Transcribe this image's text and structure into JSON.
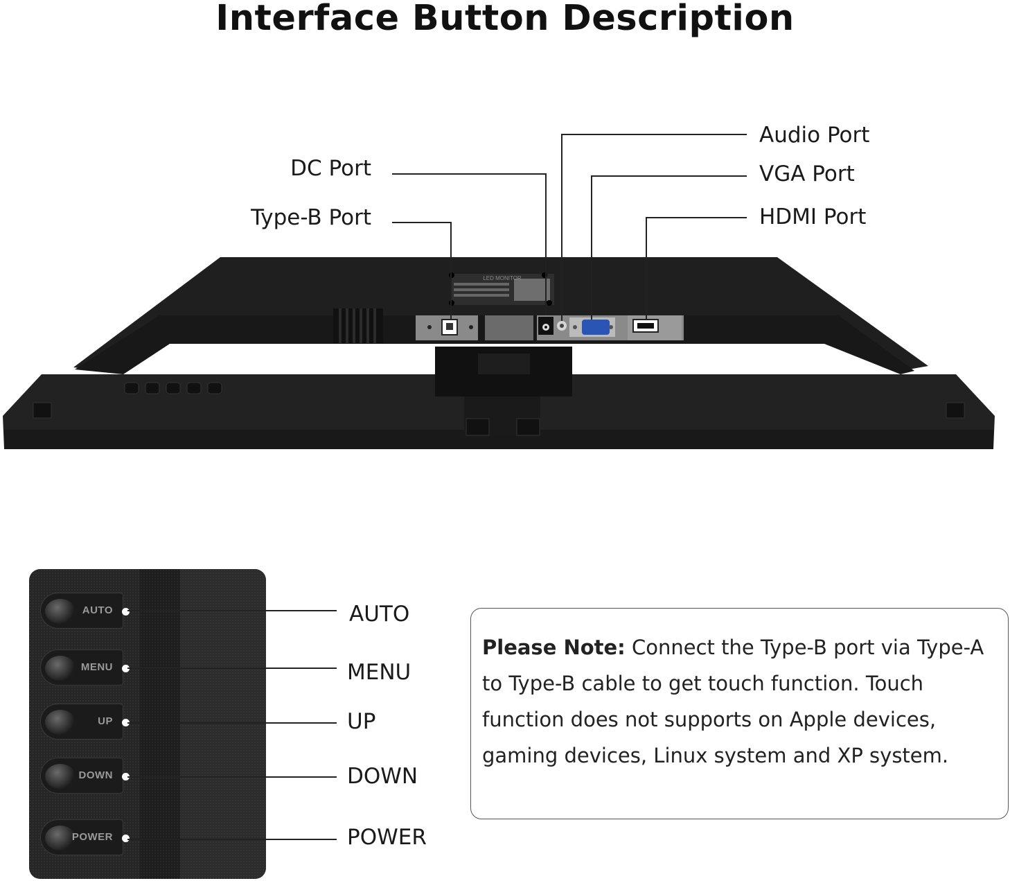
{
  "title": "Interface Button Description",
  "ports": {
    "audio": "Audio Port",
    "dc": "DC Port",
    "vga": "VGA Port",
    "typeb": "Type-B Port",
    "hdmi": "HDMI Port"
  },
  "buttons": [
    {
      "key": "AUTO",
      "label": "AUTO"
    },
    {
      "key": "MENU",
      "label": "MENU"
    },
    {
      "key": "UP",
      "label": "UP"
    },
    {
      "key": "DOWN",
      "label": "DOWN"
    },
    {
      "key": "POWER",
      "label": "POWER"
    }
  ],
  "monitor_sticker": "LED MONITOR",
  "note": {
    "heading": "Please Note:",
    "body": " Connect the Type-B port via Type-A to Type-B cable to get touch function.  Touch function does not supports on Apple devices, gaming devices, Linux system and XP system."
  },
  "colors": {
    "monitor_body": "#1c1c1c",
    "port_panel": "#8a8a8a",
    "vga_blue": "#2a55b5"
  }
}
